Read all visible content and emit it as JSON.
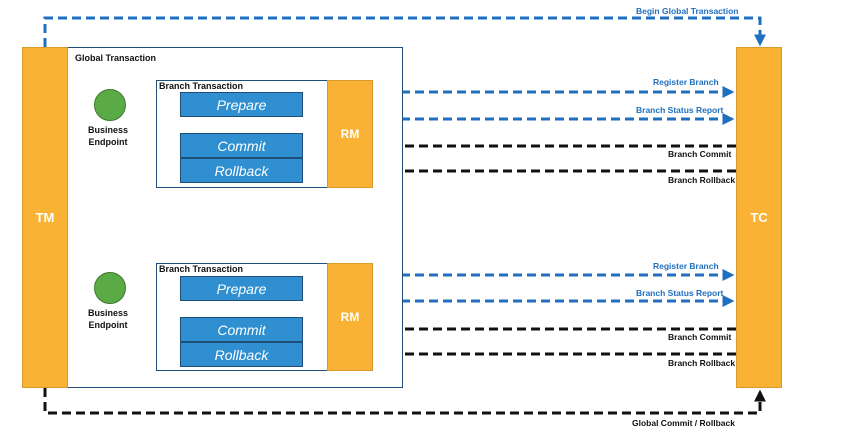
{
  "tm_label": "TM",
  "tc_label": "TC",
  "global_transaction_label": "Global Transaction",
  "begin_label": "Begin Global Transaction",
  "global_commit_label": "Global Commit / Rollback",
  "branches": [
    {
      "title": "Branch Transaction",
      "prepare": "Prepare",
      "commit": "Commit",
      "rollback": "Rollback",
      "rm": "RM",
      "endpoint_line1": "Business",
      "endpoint_line2": "Endpoint",
      "register": "Register Branch",
      "status_report": "Branch Status Report",
      "branch_commit": "Branch Commit",
      "branch_rollback": "Branch Rollback"
    },
    {
      "title": "Branch Transaction",
      "prepare": "Prepare",
      "commit": "Commit",
      "rollback": "Rollback",
      "rm": "RM",
      "endpoint_line1": "Business",
      "endpoint_line2": "Endpoint",
      "register": "Register Branch",
      "status_report": "Branch Status Report",
      "branch_commit": "Branch Commit",
      "branch_rollback": "Branch Rollback"
    }
  ],
  "colors": {
    "orange": "#f9b233",
    "blue_block": "#2f8fd0",
    "blue_arrow": "#1f6fbf",
    "red_arrow": "#e8303a",
    "black_arrow": "#111111",
    "green": "#5aaa46"
  }
}
